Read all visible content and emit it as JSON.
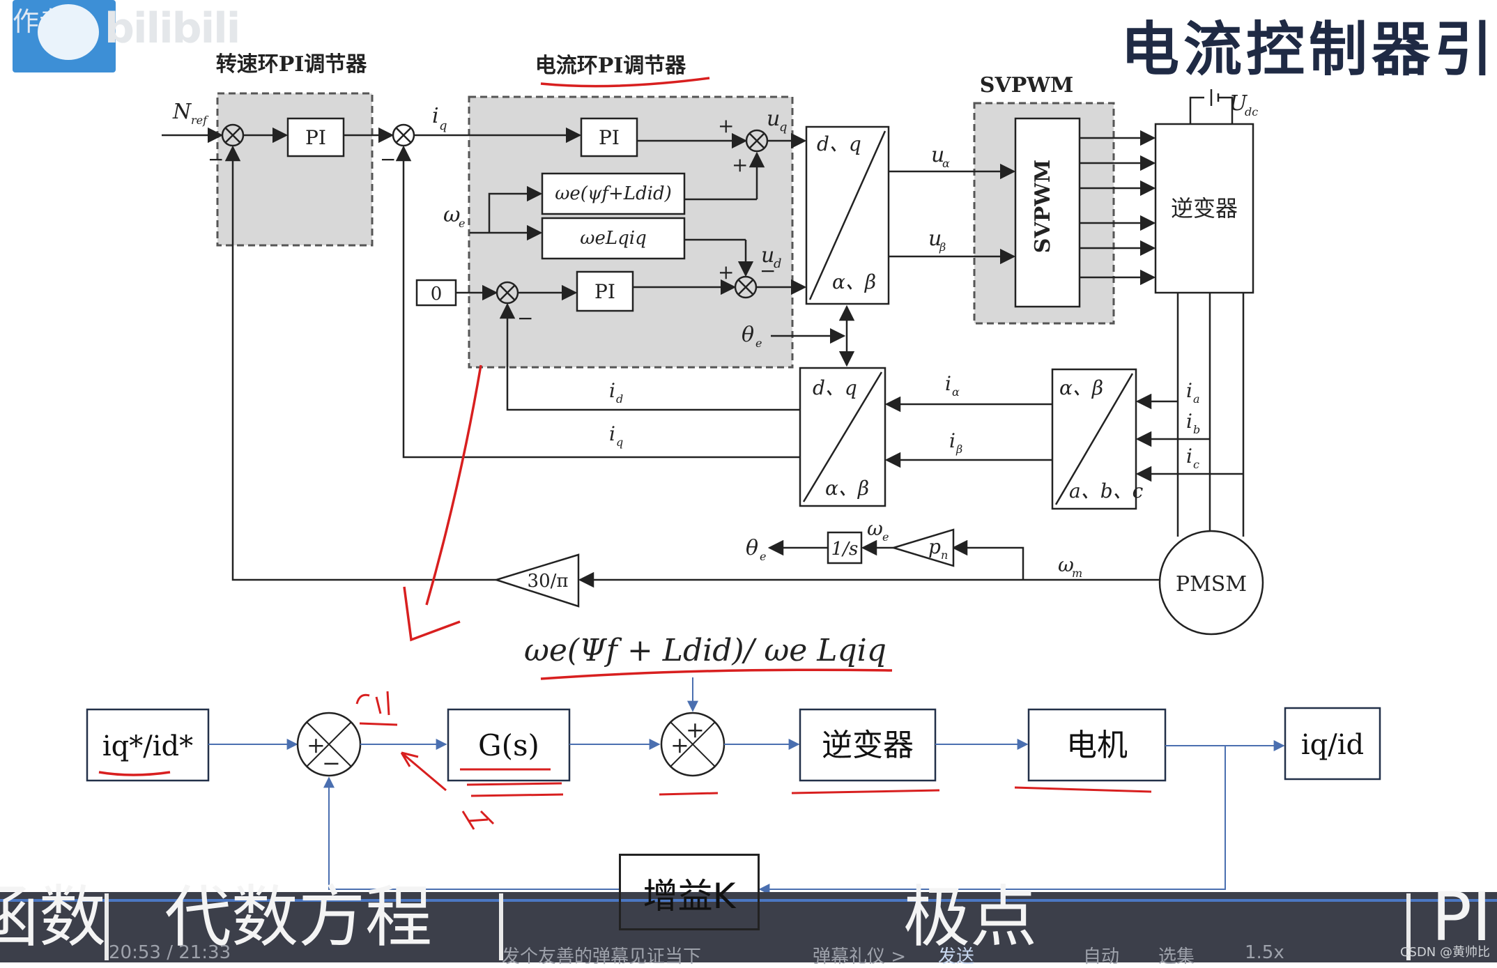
{
  "header": {
    "title": "电流控制器引",
    "logo_text": "作者",
    "watermark": "bilibili"
  },
  "diagram_top": {
    "speed_loop_label": "转速环PI调节器",
    "current_loop_label": "电流环PI调节器",
    "svpwm_label": "SVPWM",
    "svpwm_block": "SVPWM",
    "inverter": "逆变器",
    "motor": "PMSM",
    "pi": "PI",
    "zero": "0",
    "gain_30pi": "30/π",
    "integrator": "1/s",
    "pole_pairs": "p",
    "pole_pairs_sub": "n",
    "dq": "d、q",
    "ab": "α、β",
    "abc": "a、b、c",
    "decouple_q": "ωe(ψf+Ldid)",
    "decouple_d": "ωeLqiq",
    "signals": {
      "nref": "N",
      "nref_sub": "ref",
      "iq_star": "i",
      "iq_star_sub": "q",
      "uq_star": "u",
      "uq_sub": "q",
      "ud_star": "u",
      "ud_sub": "d",
      "ualpha": "u",
      "ualpha_sub": "α",
      "ubeta": "u",
      "ubeta_sub": "β",
      "we": "ω",
      "we_sub": "e",
      "theta": "θ",
      "theta_sub": "e",
      "id": "i",
      "id_sub": "d",
      "iq": "i",
      "iq_sub": "q",
      "ia_alpha": "i",
      "ia_alpha_sub": "α",
      "ib_beta": "i",
      "ib_beta_sub": "β",
      "ia": "i",
      "ia_sub": "a",
      "ib": "i",
      "ib_sub": "b",
      "ic": "i",
      "ic_sub": "c",
      "wm": "ω",
      "wm_sub": "m",
      "udc": "U",
      "udc_sub": "dc"
    }
  },
  "diagram_bottom": {
    "formula": "ωe(Ψf + Ldid)/ ωe Lqiq",
    "input": "iq*/id*",
    "controller": "G(s)",
    "inverter": "逆变器",
    "motor": "电机",
    "output": "iq/id",
    "feedback_gain": "增益K"
  },
  "subtitle_bar": {
    "items": [
      "函数",
      "代数方程",
      "极点",
      "PI"
    ]
  },
  "player": {
    "time": "20:53 / 21:33",
    "danmaku_placeholder": "发个友善的弹幕见证当下",
    "etiquette": "弹幕礼仪 >",
    "send": "发送",
    "quality": "自动",
    "episodes": "选集",
    "speed": "1.5x",
    "credit": "CSDN @黄帅比"
  }
}
